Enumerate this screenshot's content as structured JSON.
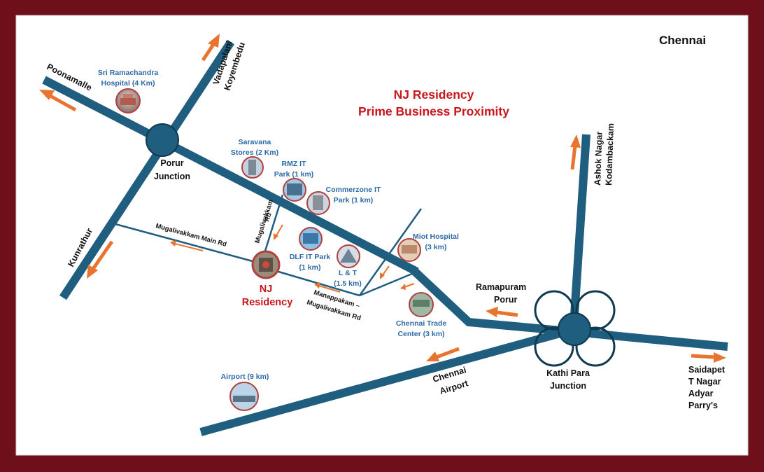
{
  "city": "Chennai",
  "title_line1": "NJ Residency",
  "title_line2": "Prime Business Proximity",
  "colors": {
    "road": "#1f5e7e",
    "arrow": "#e8742f",
    "title_red": "#c8161d",
    "poi_blue": "#2e6aa8",
    "frame": "#6e0f1a"
  },
  "junctions": {
    "porur": [
      "Porur",
      "Junction"
    ],
    "kathi_para": [
      "Kathi Para",
      "Junction"
    ]
  },
  "directions": {
    "poonamalle": "Poonamalle",
    "vadapalani": [
      "Vadapalani",
      "Koyembedu"
    ],
    "kunrathur": "Kunrathur",
    "ashok_nagar": [
      "Ashok Nagar",
      "Kodambackam"
    ],
    "ramapuram": [
      "Ramapuram",
      "Porur"
    ],
    "chennai_airport": [
      "Chennai",
      "Airport"
    ],
    "saidapet": [
      "Saidapet",
      "T Nagar",
      "Adyar",
      "Parry's"
    ]
  },
  "roads": {
    "mugalivakkam_main": "Mugalivakkam Main Rd",
    "mugalivakkam_rd": [
      "Mugalivakkam",
      "Rd"
    ],
    "manappakam": [
      "Manappakam –",
      "Mugalivakkam Rd"
    ]
  },
  "property": [
    "NJ",
    "Residency"
  ],
  "pois": {
    "ramachandra": [
      "Sri Ramachandra",
      "Hospital (4 Km)"
    ],
    "saravana": [
      "Saravana",
      "Stores (2 Km)"
    ],
    "rmz": [
      "RMZ IT",
      "Park (1 km)"
    ],
    "commerzone": [
      "Commerzone IT",
      "Park (1 km)"
    ],
    "dlf": [
      "DLF IT Park",
      "(1 km)"
    ],
    "lt": [
      "L & T",
      "(1.5 km)"
    ],
    "miot": [
      "Miot Hospital",
      "(3 km)"
    ],
    "trade_center": [
      "Chennai Trade",
      "Center (3 km)"
    ],
    "airport": "Airport (9 km)"
  }
}
